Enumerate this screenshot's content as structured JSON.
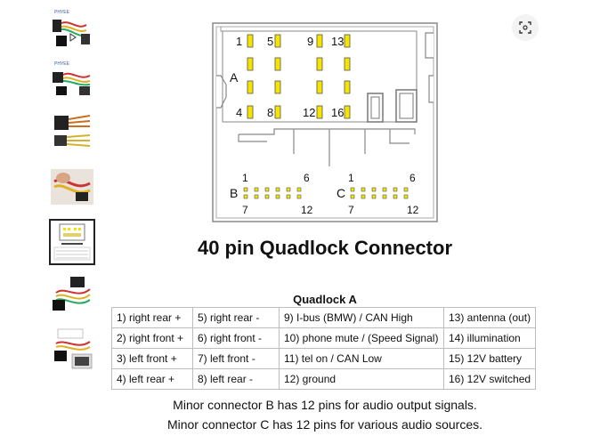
{
  "thumbnails": [
    {
      "name": "thumbnail-1",
      "logo_text": "PHYEE"
    },
    {
      "name": "thumbnail-2",
      "logo_text": "PHYEE"
    },
    {
      "name": "thumbnail-3"
    },
    {
      "name": "thumbnail-4"
    },
    {
      "name": "thumbnail-5",
      "selected": true
    },
    {
      "name": "thumbnail-6"
    },
    {
      "name": "thumbnail-7"
    }
  ],
  "zoom_icon": "fullscreen-icon",
  "connector": {
    "section_a_label": "A",
    "pins_top": [
      "1",
      "5",
      "9",
      "13"
    ],
    "pins_bottom": [
      "4",
      "8",
      "12",
      "16"
    ],
    "section_b_label": "B",
    "section_b_top": [
      "1",
      "6"
    ],
    "section_b_bottom": [
      "7",
      "12"
    ],
    "section_c_label": "C",
    "section_c_top": [
      "1",
      "6"
    ],
    "section_c_bottom": [
      "7",
      "12"
    ],
    "pin_color": "#f5e400"
  },
  "title": "40 pin Quadlock Connector",
  "table": {
    "title": "Quadlock A",
    "rows": [
      [
        "1) right rear +",
        "5) right rear -",
        "9) I-bus (BMW) / CAN High",
        "13) antenna (out)"
      ],
      [
        "2) right front +",
        "6) right front -",
        "10) phone mute / (Speed Signal)",
        "14) illumination"
      ],
      [
        "3) left front +",
        "7) left front -",
        "11) tel on / CAN Low",
        "15) 12V battery"
      ],
      [
        "4) left rear +",
        "8) left rear -",
        "12) ground",
        "16) 12V switched"
      ]
    ]
  },
  "notes": [
    "Minor connector B has 12 pins for audio output signals.",
    "Minor connector C has 12 pins for various audio sources."
  ]
}
